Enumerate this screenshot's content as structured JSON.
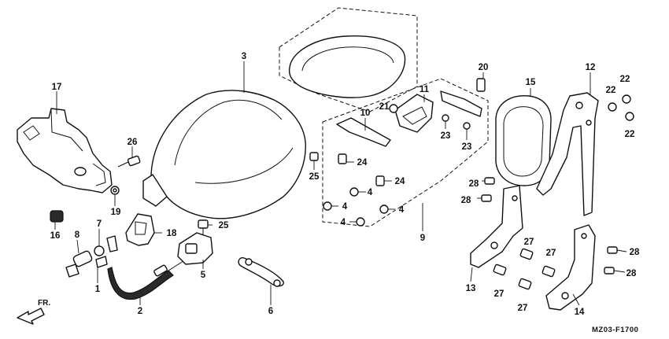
{
  "diagram_code": "MZ03-F1700",
  "direction_label": "FR.",
  "callouts": [
    {
      "id": "c1",
      "label": "1"
    },
    {
      "id": "c2",
      "label": "2"
    },
    {
      "id": "c3",
      "label": "3"
    },
    {
      "id": "c4a",
      "label": "4"
    },
    {
      "id": "c4b",
      "label": "4"
    },
    {
      "id": "c4c",
      "label": "4"
    },
    {
      "id": "c4d",
      "label": "4"
    },
    {
      "id": "c5",
      "label": "5"
    },
    {
      "id": "c6",
      "label": "6"
    },
    {
      "id": "c7",
      "label": "7"
    },
    {
      "id": "c8",
      "label": "8"
    },
    {
      "id": "c9",
      "label": "9"
    },
    {
      "id": "c10",
      "label": "10"
    },
    {
      "id": "c11",
      "label": "11"
    },
    {
      "id": "c12",
      "label": "12"
    },
    {
      "id": "c13",
      "label": "13"
    },
    {
      "id": "c14",
      "label": "14"
    },
    {
      "id": "c15",
      "label": "15"
    },
    {
      "id": "c16",
      "label": "16"
    },
    {
      "id": "c17",
      "label": "17"
    },
    {
      "id": "c18",
      "label": "18"
    },
    {
      "id": "c19",
      "label": "19"
    },
    {
      "id": "c20",
      "label": "20"
    },
    {
      "id": "c21",
      "label": "21"
    },
    {
      "id": "c22a",
      "label": "22"
    },
    {
      "id": "c22b",
      "label": "22"
    },
    {
      "id": "c22c",
      "label": "22"
    },
    {
      "id": "c23a",
      "label": "23"
    },
    {
      "id": "c23b",
      "label": "23"
    },
    {
      "id": "c24a",
      "label": "24"
    },
    {
      "id": "c24b",
      "label": "24"
    },
    {
      "id": "c25a",
      "label": "25"
    },
    {
      "id": "c25b",
      "label": "25"
    },
    {
      "id": "c26",
      "label": "26"
    },
    {
      "id": "c27a",
      "label": "27"
    },
    {
      "id": "c27b",
      "label": "27"
    },
    {
      "id": "c27c",
      "label": "27"
    },
    {
      "id": "c27d",
      "label": "27"
    },
    {
      "id": "c28a",
      "label": "28"
    },
    {
      "id": "c28b",
      "label": "28"
    },
    {
      "id": "c28c",
      "label": "28"
    },
    {
      "id": "c28d",
      "label": "28"
    }
  ]
}
